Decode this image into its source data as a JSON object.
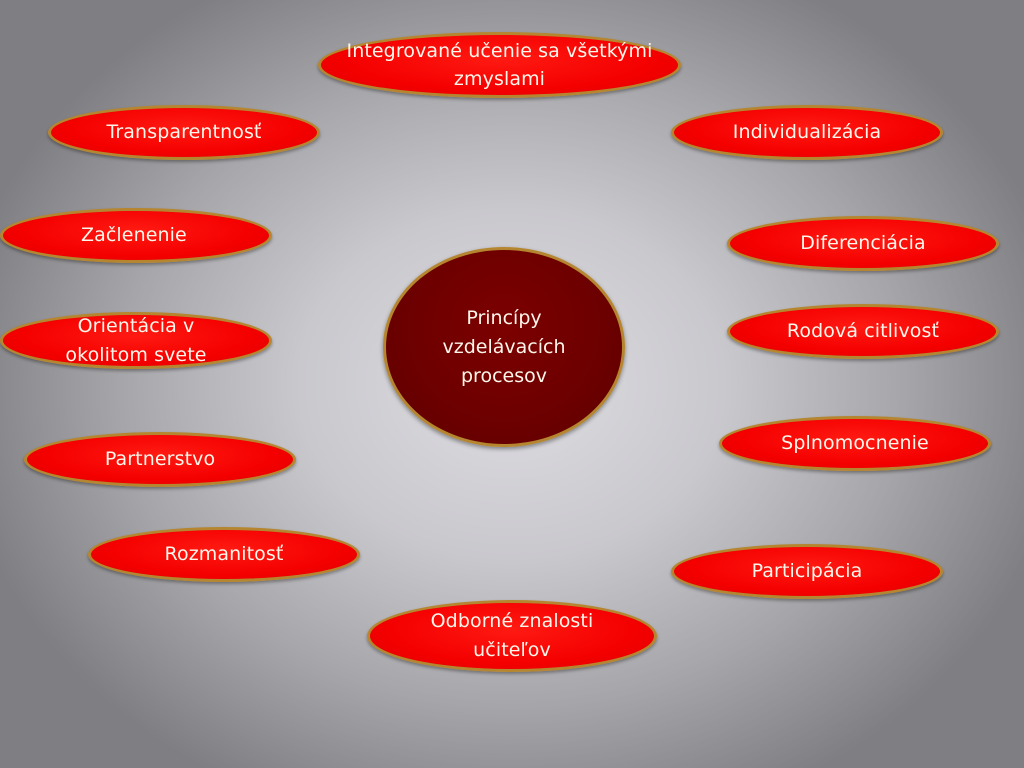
{
  "center": {
    "label": "Princípy vzdelávacích procesov"
  },
  "principles": [
    "Integrované učenie sa všetkými zmyslami",
    "Transparentnosť",
    "Individualizácia",
    "Začlenenie",
    "Diferenciácia",
    "Orientácia v okolitom svete",
    "Rodová citlivosť",
    "Partnerstvo",
    "Splnomocnenie",
    "Rozmanitosť",
    "Participácia",
    "Odborné znalosti učiteľov"
  ],
  "colors": {
    "node_fill": "#f40000",
    "node_border": "#b5862f",
    "center_fill": "#6c0000",
    "text": "#fdf6ea"
  }
}
